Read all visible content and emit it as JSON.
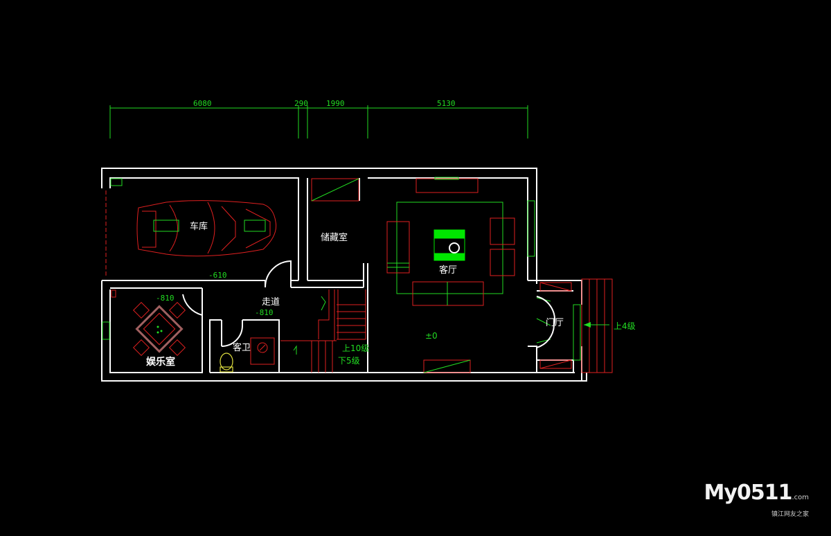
{
  "dimensions": [
    "6080",
    "290",
    "1990",
    "5130"
  ],
  "rooms": {
    "garage": "车库",
    "storage": "储藏室",
    "living": "客厅",
    "corridor": "走道",
    "guest_bath": "客卫",
    "entertainment": "娱乐室",
    "foyer": "门厅"
  },
  "levels": {
    "garage_floor": "-610",
    "ent_floor": "-810",
    "corridor_floor": "-810",
    "living_floor": "±0",
    "stairs_up": "上10级",
    "stairs_down": "下5级",
    "entry_up": "上4级"
  },
  "watermark": {
    "logo": "My0511",
    "domain": ".com",
    "tagline": "镇江网友之家"
  },
  "colors": {
    "wall": "#ffffff",
    "dimension": "#22dd22",
    "furniture": "#e02020",
    "background": "#000000"
  }
}
